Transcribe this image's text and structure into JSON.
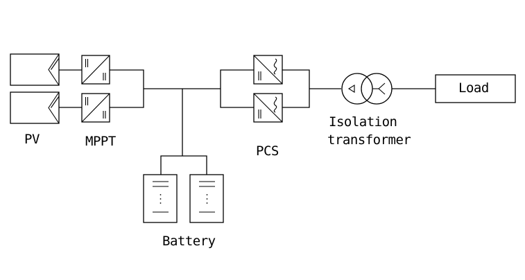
{
  "labels": {
    "pv": "PV",
    "mppt": "MPPT",
    "pcs": "PCS",
    "transformer_line1": "Isolation",
    "transformer_line2": "transformer",
    "load": "Load",
    "battery": "Battery"
  },
  "colors": {
    "line": "#000000",
    "background": "#ffffff"
  },
  "icons": {
    "pv_panel": "pv-panel-icon",
    "dcdc_converter": "dc-dc-converter-icon",
    "dcac_converter": "dc-ac-converter-icon",
    "transformer": "isolation-transformer-icon",
    "battery": "battery-icon"
  }
}
